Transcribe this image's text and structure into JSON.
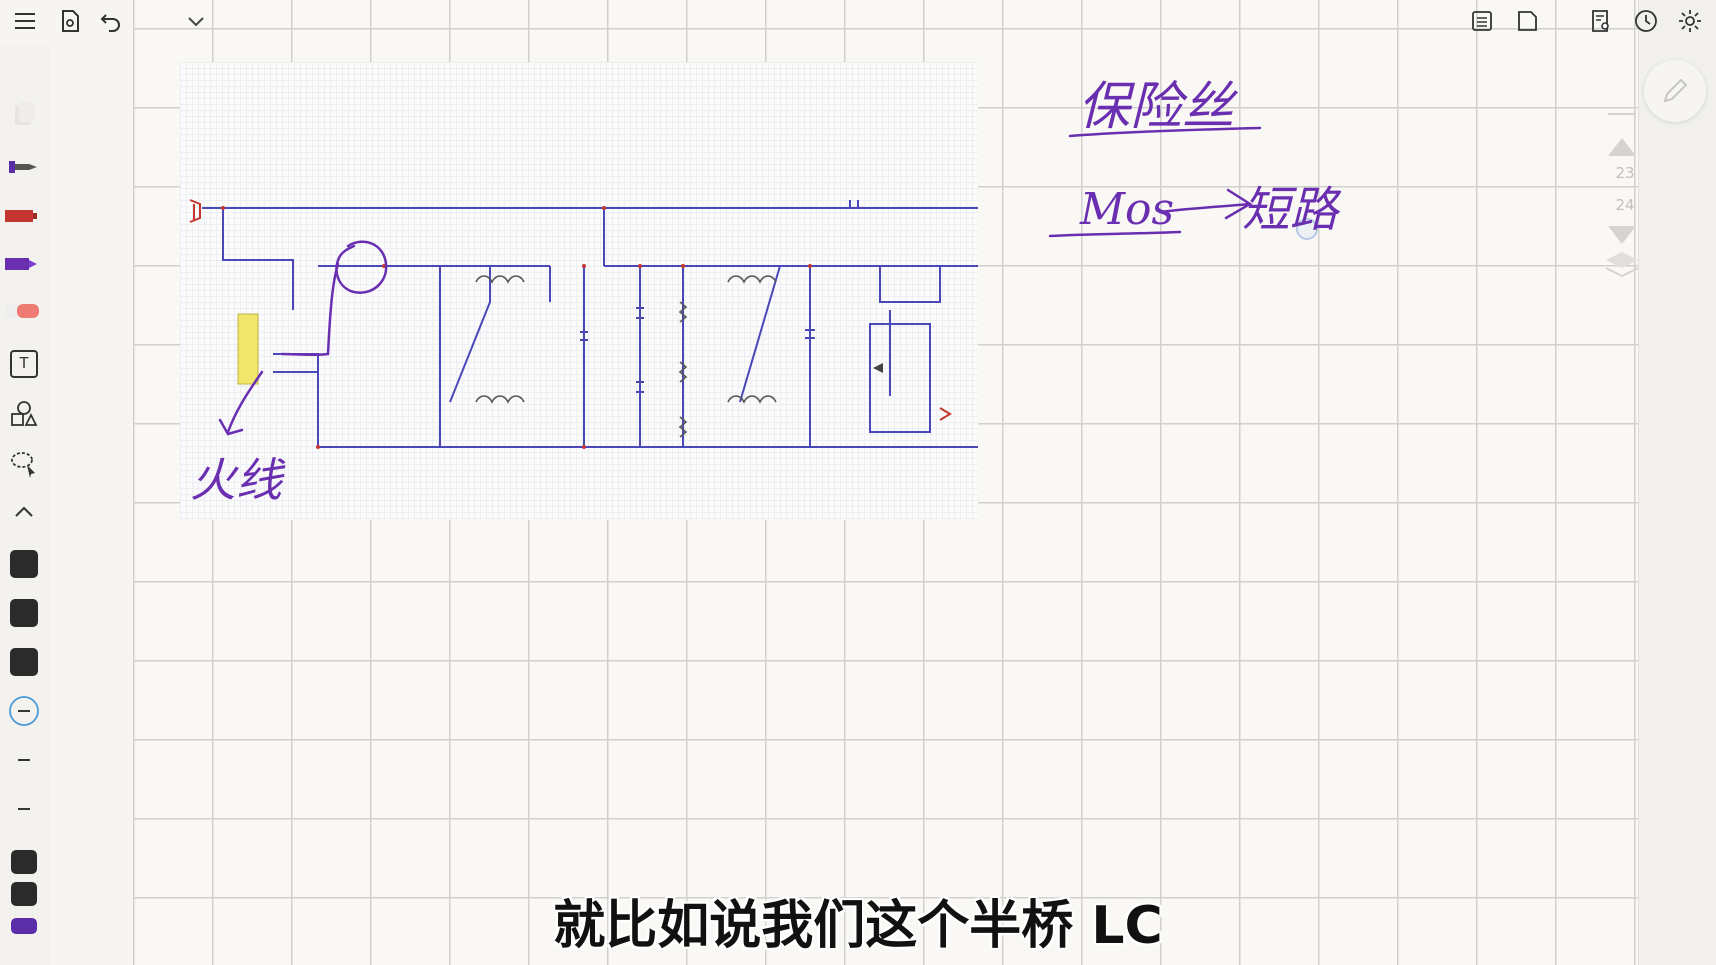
{
  "toolbar": {
    "icons": [
      "menu-icon",
      "document-view-icon",
      "undo-icon",
      "chevron-down-icon",
      "list-icon",
      "page-icon",
      "search-notes-icon",
      "history-icon",
      "settings-icon"
    ]
  },
  "tools": {
    "icons": [
      "page-copy-icon",
      "pen-icon",
      "red-marker-icon",
      "purple-marker-icon",
      "eraser-icon",
      "text-tool-icon",
      "shapes-icon",
      "lasso-icon",
      "collapse-icon"
    ],
    "text_tool_letter": "T"
  },
  "colors": {
    "ink_purple": "#6a2fb0",
    "wire_blue": "#4a48b8",
    "accent_red": "#c4362f",
    "component_yellow": "#f1e56a"
  },
  "handwriting": {
    "fuse": "保险丝",
    "short_prefix": "Mos",
    "short": "短路",
    "mains_label": "火线"
  },
  "page_nav": {
    "pages": [
      "23",
      "24"
    ]
  },
  "subtitle": "就比如说我们这个半桥 LC"
}
